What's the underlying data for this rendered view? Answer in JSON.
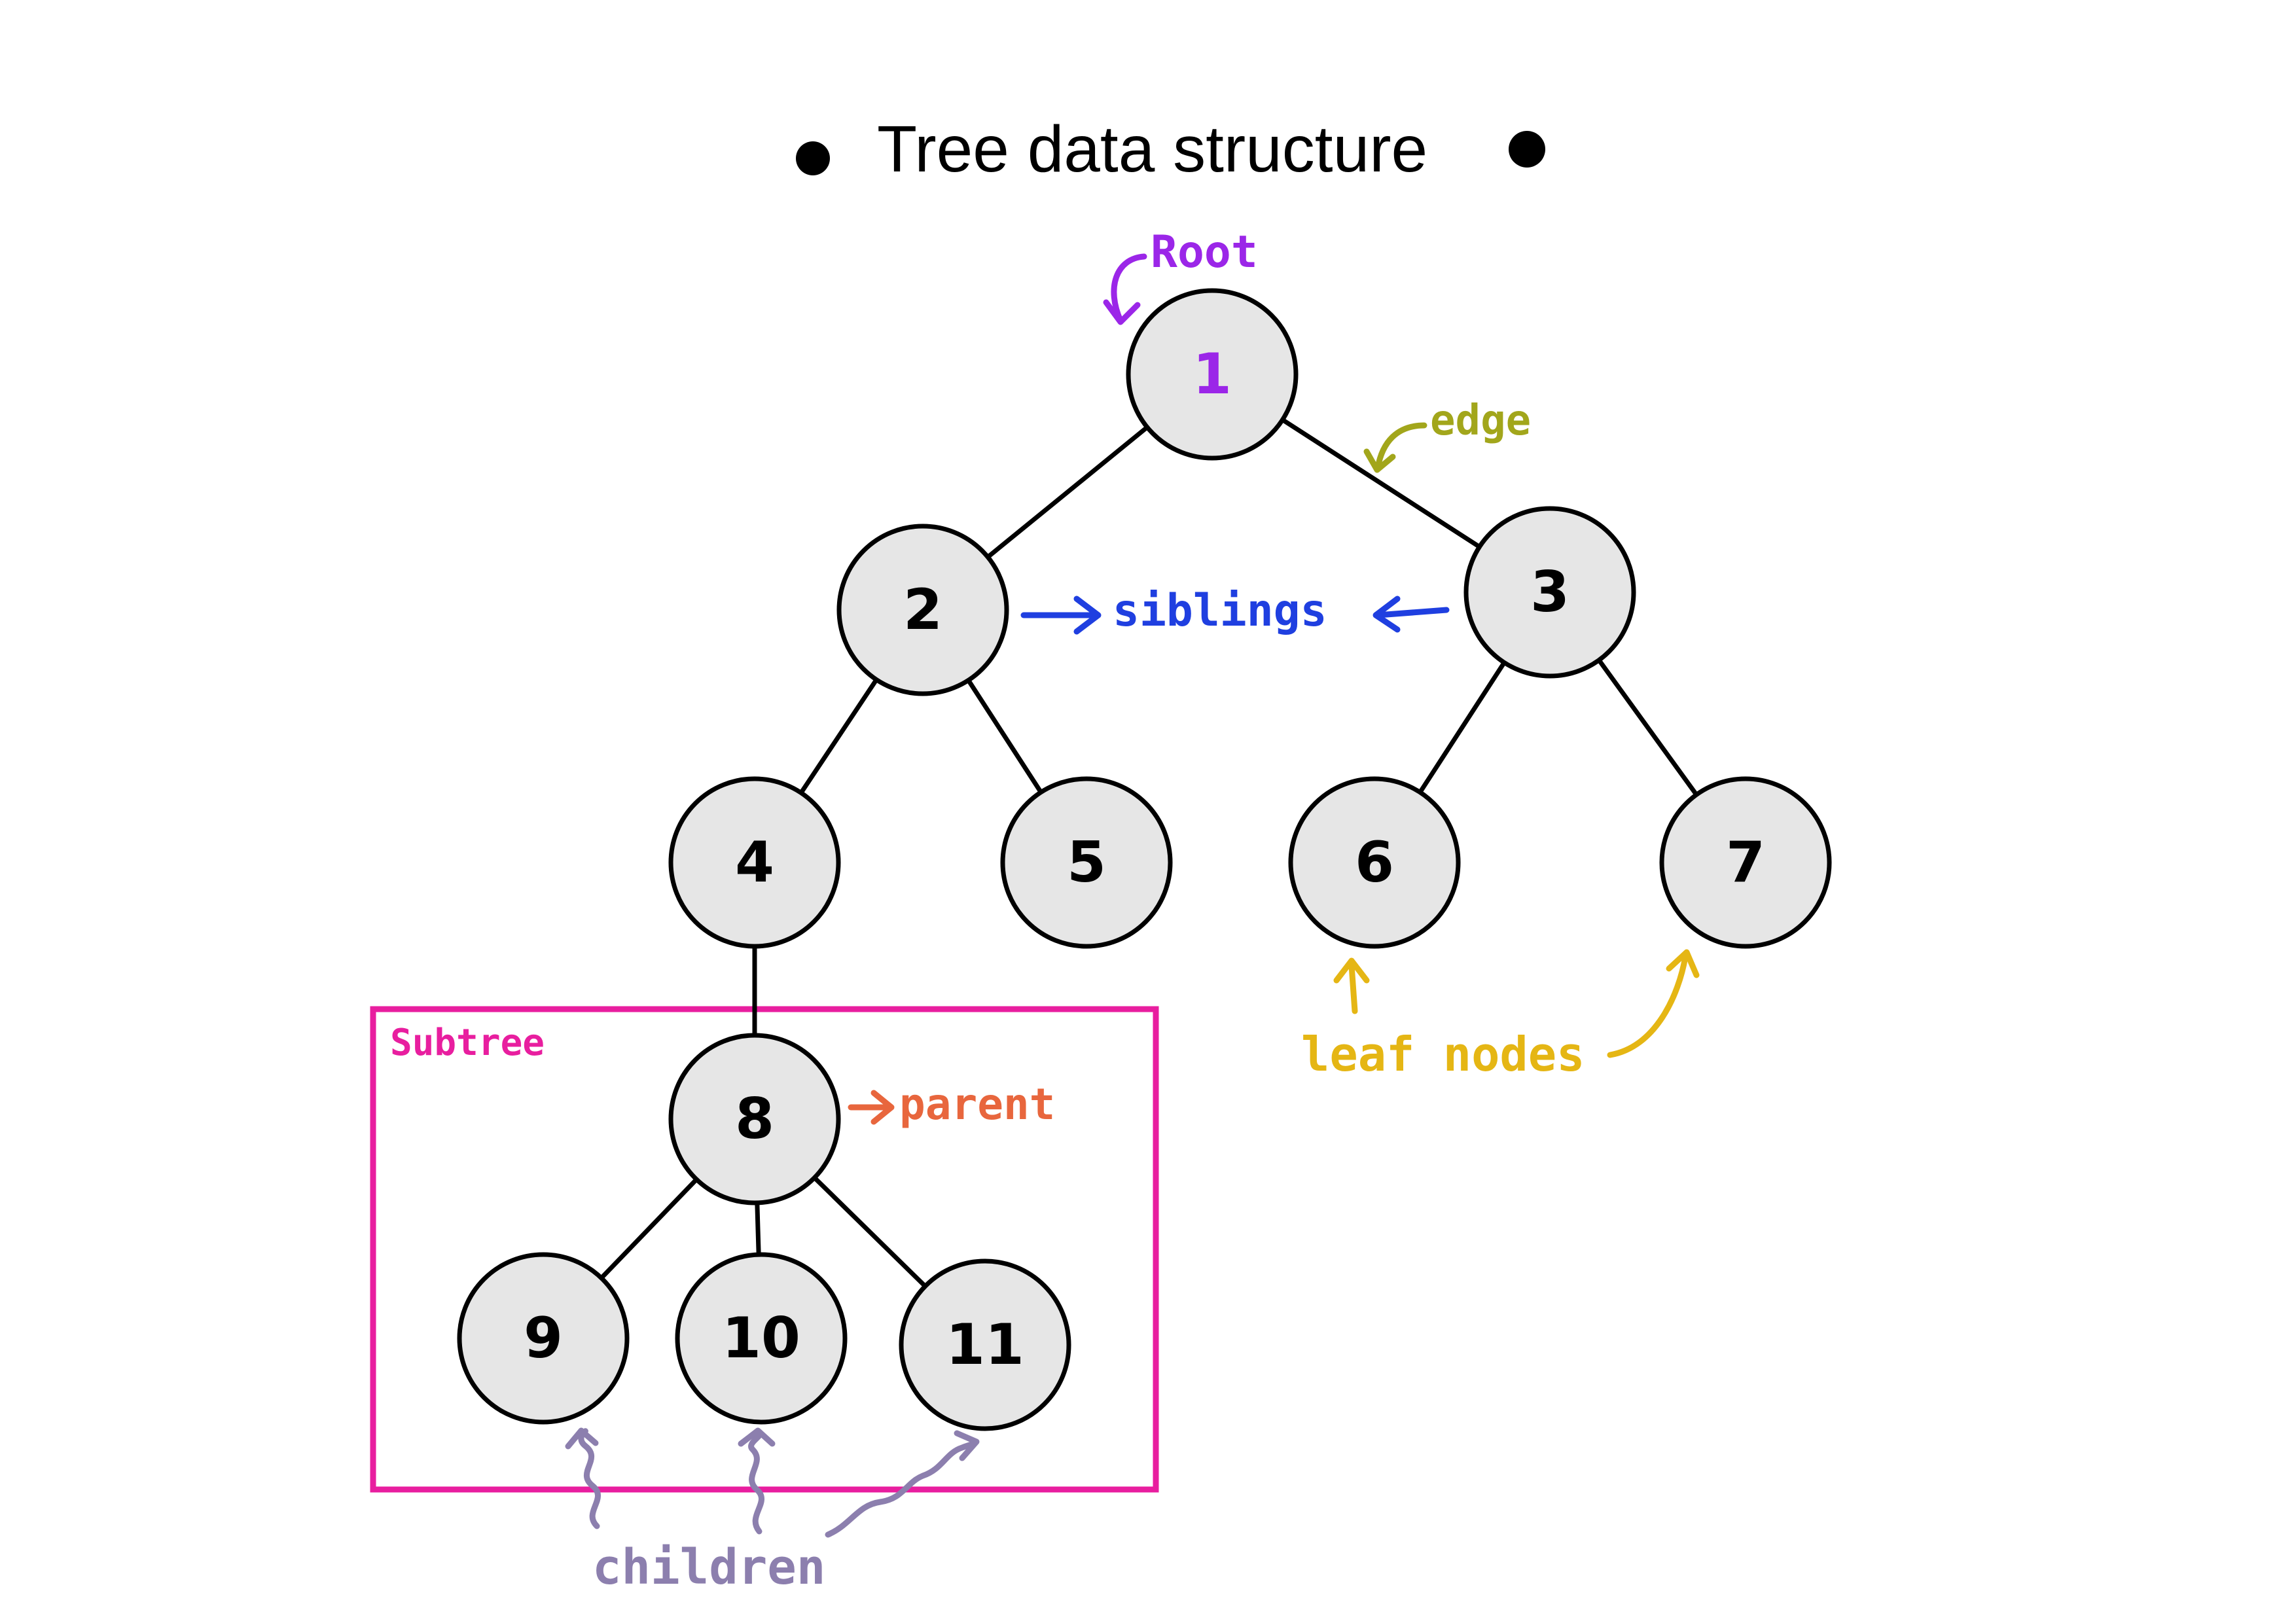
{
  "title": "Tree data structure",
  "colors": {
    "node_fill": "#e6e6e6",
    "node_stroke": "#000000",
    "root": "#9b26e8",
    "edge_label": "#a2a61b",
    "siblings": "#1f3fe0",
    "leaf": "#e5b614",
    "subtree": "#e81e9f",
    "parent": "#e8663d",
    "children": "#8c7fae"
  },
  "nodes": [
    {
      "id": "1",
      "label": "1"
    },
    {
      "id": "2",
      "label": "2"
    },
    {
      "id": "3",
      "label": "3"
    },
    {
      "id": "4",
      "label": "4"
    },
    {
      "id": "5",
      "label": "5"
    },
    {
      "id": "6",
      "label": "6"
    },
    {
      "id": "7",
      "label": "7"
    },
    {
      "id": "8",
      "label": "8"
    },
    {
      "id": "9",
      "label": "9"
    },
    {
      "id": "10",
      "label": "10"
    },
    {
      "id": "11",
      "label": "11"
    }
  ],
  "edges": [
    [
      "1",
      "2"
    ],
    [
      "1",
      "3"
    ],
    [
      "2",
      "4"
    ],
    [
      "2",
      "5"
    ],
    [
      "3",
      "6"
    ],
    [
      "3",
      "7"
    ],
    [
      "4",
      "8"
    ],
    [
      "8",
      "9"
    ],
    [
      "8",
      "10"
    ],
    [
      "8",
      "11"
    ]
  ],
  "annotations": {
    "root": "Root",
    "edge": "edge",
    "siblings": "siblings",
    "subtree": "Subtree",
    "parent": "parent",
    "leaf_nodes": "leaf nodes",
    "children": "children"
  }
}
